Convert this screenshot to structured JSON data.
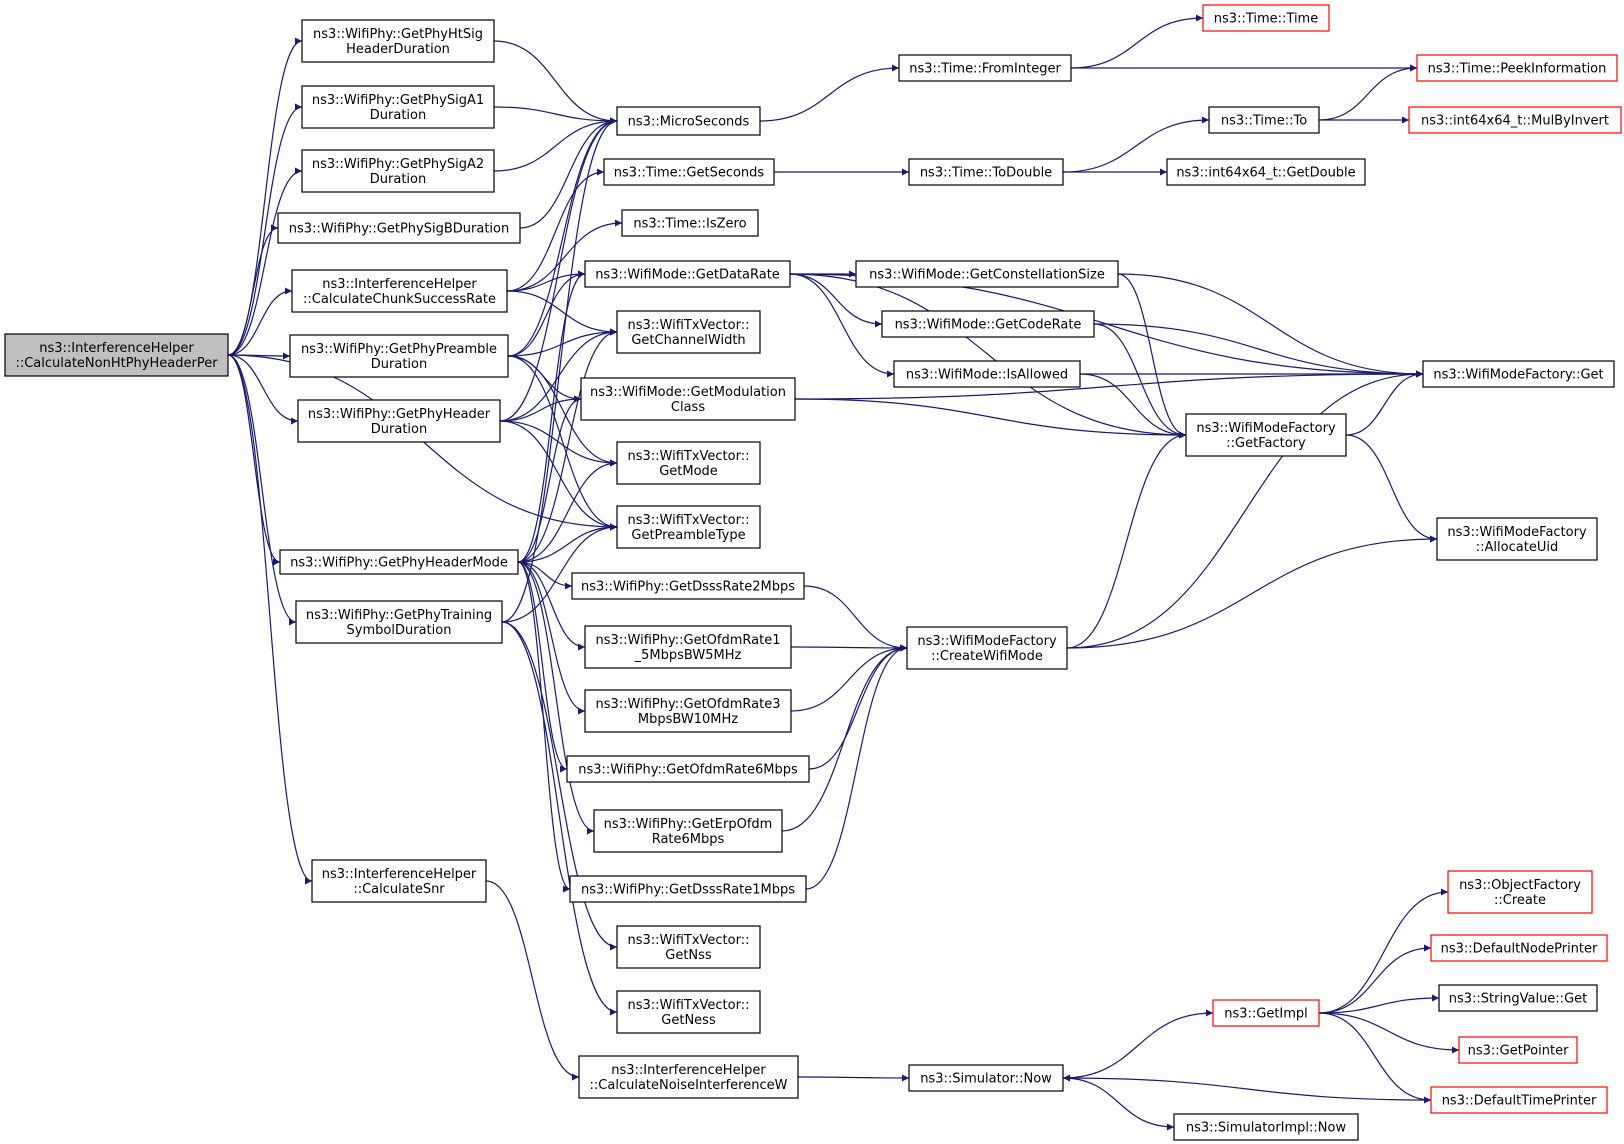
{
  "diagram": {
    "nodes": [
      {
        "id": "root",
        "lines": [
          "ns3::InterferenceHelper",
          "::CalculateNonHtPhyHeaderPer"
        ],
        "style": "root"
      },
      {
        "id": "htsig",
        "lines": [
          "ns3::WifiPhy::GetPhyHtSig",
          "HeaderDuration"
        ],
        "style": "normal"
      },
      {
        "id": "siga1",
        "lines": [
          "ns3::WifiPhy::GetPhySigA1",
          "Duration"
        ],
        "style": "normal"
      },
      {
        "id": "siga2",
        "lines": [
          "ns3::WifiPhy::GetPhySigA2",
          "Duration"
        ],
        "style": "normal"
      },
      {
        "id": "sigb",
        "lines": [
          "ns3::WifiPhy::GetPhySigBDuration"
        ],
        "style": "normal"
      },
      {
        "id": "ccsr",
        "lines": [
          "ns3::InterferenceHelper",
          "::CalculateChunkSuccessRate"
        ],
        "style": "normal"
      },
      {
        "id": "pream",
        "lines": [
          "ns3::WifiPhy::GetPhyPreamble",
          "Duration"
        ],
        "style": "normal"
      },
      {
        "id": "hdrdur",
        "lines": [
          "ns3::WifiPhy::GetPhyHeader",
          "Duration"
        ],
        "style": "normal"
      },
      {
        "id": "hdrmode",
        "lines": [
          "ns3::WifiPhy::GetPhyHeaderMode"
        ],
        "style": "normal"
      },
      {
        "id": "train",
        "lines": [
          "ns3::WifiPhy::GetPhyTraining",
          "SymbolDuration"
        ],
        "style": "normal"
      },
      {
        "id": "snr",
        "lines": [
          "ns3::InterferenceHelper",
          "::CalculateSnr"
        ],
        "style": "normal"
      },
      {
        "id": "micro",
        "lines": [
          "ns3::MicroSeconds"
        ],
        "style": "normal"
      },
      {
        "id": "getsec",
        "lines": [
          "ns3::Time::GetSeconds"
        ],
        "style": "normal"
      },
      {
        "id": "iszero",
        "lines": [
          "ns3::Time::IsZero"
        ],
        "style": "normal"
      },
      {
        "id": "datarate",
        "lines": [
          "ns3::WifiMode::GetDataRate"
        ],
        "style": "normal"
      },
      {
        "id": "chw",
        "lines": [
          "ns3::WifiTxVector::",
          "GetChannelWidth"
        ],
        "style": "normal"
      },
      {
        "id": "modcls",
        "lines": [
          "ns3::WifiMode::GetModulation",
          "Class"
        ],
        "style": "normal"
      },
      {
        "id": "txmode",
        "lines": [
          "ns3::WifiTxVector::",
          "GetMode"
        ],
        "style": "normal"
      },
      {
        "id": "pretype",
        "lines": [
          "ns3::WifiTxVector::",
          "GetPreambleType"
        ],
        "style": "normal"
      },
      {
        "id": "dsss2",
        "lines": [
          "ns3::WifiPhy::GetDsssRate2Mbps"
        ],
        "style": "normal"
      },
      {
        "id": "ofdm15",
        "lines": [
          "ns3::WifiPhy::GetOfdmRate1",
          "_5MbpsBW5MHz"
        ],
        "style": "normal"
      },
      {
        "id": "ofdm3",
        "lines": [
          "ns3::WifiPhy::GetOfdmRate3",
          "MbpsBW10MHz"
        ],
        "style": "normal"
      },
      {
        "id": "ofdm6",
        "lines": [
          "ns3::WifiPhy::GetOfdmRate6Mbps"
        ],
        "style": "normal"
      },
      {
        "id": "erp6",
        "lines": [
          "ns3::WifiPhy::GetErpOfdm",
          "Rate6Mbps"
        ],
        "style": "normal"
      },
      {
        "id": "dsss1",
        "lines": [
          "ns3::WifiPhy::GetDsssRate1Mbps"
        ],
        "style": "normal"
      },
      {
        "id": "nss",
        "lines": [
          "ns3::WifiTxVector::",
          "GetNss"
        ],
        "style": "normal"
      },
      {
        "id": "ness",
        "lines": [
          "ns3::WifiTxVector::",
          "GetNess"
        ],
        "style": "normal"
      },
      {
        "id": "cniw",
        "lines": [
          "ns3::InterferenceHelper",
          "::CalculateNoiseInterferenceW"
        ],
        "style": "normal"
      },
      {
        "id": "fromint",
        "lines": [
          "ns3::Time::FromInteger"
        ],
        "style": "normal"
      },
      {
        "id": "todouble",
        "lines": [
          "ns3::Time::ToDouble"
        ],
        "style": "normal"
      },
      {
        "id": "constsize",
        "lines": [
          "ns3::WifiMode::GetConstellationSize"
        ],
        "style": "normal"
      },
      {
        "id": "coderate",
        "lines": [
          "ns3::WifiMode::GetCodeRate"
        ],
        "style": "normal"
      },
      {
        "id": "isallowed",
        "lines": [
          "ns3::WifiMode::IsAllowed"
        ],
        "style": "normal"
      },
      {
        "id": "createwm",
        "lines": [
          "ns3::WifiModeFactory",
          "::CreateWifiMode"
        ],
        "style": "normal"
      },
      {
        "id": "simnow",
        "lines": [
          "ns3::Simulator::Now"
        ],
        "style": "normal"
      },
      {
        "id": "timetime",
        "lines": [
          "ns3::Time::Time"
        ],
        "style": "trunc"
      },
      {
        "id": "timeto",
        "lines": [
          "ns3::Time::To"
        ],
        "style": "normal"
      },
      {
        "id": "getdouble",
        "lines": [
          "ns3::int64x64_t::GetDouble"
        ],
        "style": "normal"
      },
      {
        "id": "getfactory",
        "lines": [
          "ns3::WifiModeFactory",
          "::GetFactory"
        ],
        "style": "normal"
      },
      {
        "id": "getimpl",
        "lines": [
          "ns3::GetImpl"
        ],
        "style": "trunc"
      },
      {
        "id": "simimplnow",
        "lines": [
          "ns3::SimulatorImpl::Now"
        ],
        "style": "normal"
      },
      {
        "id": "peek",
        "lines": [
          "ns3::Time::PeekInformation"
        ],
        "style": "trunc"
      },
      {
        "id": "mulby",
        "lines": [
          "ns3::int64x64_t::MulByInvert"
        ],
        "style": "trunc"
      },
      {
        "id": "wmfget",
        "lines": [
          "ns3::WifiModeFactory::Get"
        ],
        "style": "normal"
      },
      {
        "id": "alloc",
        "lines": [
          "ns3::WifiModeFactory",
          "::AllocateUid"
        ],
        "style": "normal"
      },
      {
        "id": "objcreate",
        "lines": [
          "ns3::ObjectFactory",
          "::Create"
        ],
        "style": "trunc"
      },
      {
        "id": "defnode",
        "lines": [
          "ns3::DefaultNodePrinter"
        ],
        "style": "trunc"
      },
      {
        "id": "strget",
        "lines": [
          "ns3::StringValue::Get"
        ],
        "style": "normal"
      },
      {
        "id": "getptr",
        "lines": [
          "ns3::GetPointer"
        ],
        "style": "trunc"
      },
      {
        "id": "deftime",
        "lines": [
          "ns3::DefaultTimePrinter"
        ],
        "style": "trunc"
      }
    ],
    "edges": [
      [
        "root",
        "htsig"
      ],
      [
        "root",
        "siga1"
      ],
      [
        "root",
        "siga2"
      ],
      [
        "root",
        "sigb"
      ],
      [
        "root",
        "ccsr"
      ],
      [
        "root",
        "pream"
      ],
      [
        "root",
        "hdrdur"
      ],
      [
        "root",
        "hdrmode"
      ],
      [
        "root",
        "train"
      ],
      [
        "root",
        "snr"
      ],
      [
        "root",
        "pretype"
      ],
      [
        "htsig",
        "micro"
      ],
      [
        "siga1",
        "micro"
      ],
      [
        "siga2",
        "micro"
      ],
      [
        "sigb",
        "micro"
      ],
      [
        "ccsr",
        "getsec"
      ],
      [
        "ccsr",
        "iszero"
      ],
      [
        "ccsr",
        "datarate"
      ],
      [
        "ccsr",
        "chw"
      ],
      [
        "pream",
        "micro"
      ],
      [
        "pream",
        "chw"
      ],
      [
        "pream",
        "modcls"
      ],
      [
        "pream",
        "txmode"
      ],
      [
        "pream",
        "pretype"
      ],
      [
        "pream",
        "datarate"
      ],
      [
        "hdrdur",
        "micro"
      ],
      [
        "hdrdur",
        "chw"
      ],
      [
        "hdrdur",
        "modcls"
      ],
      [
        "hdrdur",
        "txmode"
      ],
      [
        "hdrdur",
        "pretype"
      ],
      [
        "hdrmode",
        "datarate"
      ],
      [
        "hdrmode",
        "chw"
      ],
      [
        "hdrmode",
        "modcls"
      ],
      [
        "hdrmode",
        "txmode"
      ],
      [
        "hdrmode",
        "pretype"
      ],
      [
        "hdrmode",
        "dsss2"
      ],
      [
        "hdrmode",
        "ofdm15"
      ],
      [
        "hdrmode",
        "ofdm3"
      ],
      [
        "hdrmode",
        "ofdm6"
      ],
      [
        "hdrmode",
        "erp6"
      ],
      [
        "hdrmode",
        "dsss1"
      ],
      [
        "train",
        "micro"
      ],
      [
        "train",
        "pretype"
      ],
      [
        "train",
        "nss"
      ],
      [
        "train",
        "ness"
      ],
      [
        "snr",
        "cniw"
      ],
      [
        "micro",
        "fromint"
      ],
      [
        "getsec",
        "todouble"
      ],
      [
        "datarate",
        "constsize"
      ],
      [
        "datarate",
        "coderate"
      ],
      [
        "datarate",
        "isallowed"
      ],
      [
        "datarate",
        "getfactory"
      ],
      [
        "datarate",
        "wmfget"
      ],
      [
        "modcls",
        "getfactory"
      ],
      [
        "modcls",
        "wmfget"
      ],
      [
        "dsss2",
        "createwm"
      ],
      [
        "ofdm15",
        "createwm"
      ],
      [
        "ofdm3",
        "createwm"
      ],
      [
        "ofdm6",
        "createwm"
      ],
      [
        "erp6",
        "createwm"
      ],
      [
        "dsss1",
        "createwm"
      ],
      [
        "cniw",
        "simnow"
      ],
      [
        "fromint",
        "timetime"
      ],
      [
        "fromint",
        "peek"
      ],
      [
        "todouble",
        "timeto"
      ],
      [
        "todouble",
        "getdouble"
      ],
      [
        "constsize",
        "getfactory"
      ],
      [
        "constsize",
        "wmfget"
      ],
      [
        "coderate",
        "getfactory"
      ],
      [
        "coderate",
        "wmfget"
      ],
      [
        "isallowed",
        "getfactory"
      ],
      [
        "isallowed",
        "wmfget"
      ],
      [
        "createwm",
        "getfactory"
      ],
      [
        "createwm",
        "wmfget"
      ],
      [
        "createwm",
        "alloc"
      ],
      [
        "simnow",
        "getimpl"
      ],
      [
        "simnow",
        "simimplnow"
      ],
      [
        "timeto",
        "peek"
      ],
      [
        "timeto",
        "mulby"
      ],
      [
        "getfactory",
        "wmfget"
      ],
      [
        "getfactory",
        "alloc"
      ],
      [
        "getimpl",
        "objcreate"
      ],
      [
        "getimpl",
        "defnode"
      ],
      [
        "getimpl",
        "strget"
      ],
      [
        "getimpl",
        "getptr"
      ],
      [
        "getimpl",
        "deftime"
      ],
      [
        "deftime",
        "simnow"
      ]
    ],
    "colors": {
      "edge": "#191970",
      "truncated_border": "#ff0000",
      "root_fill": "#bfbfbf"
    }
  }
}
